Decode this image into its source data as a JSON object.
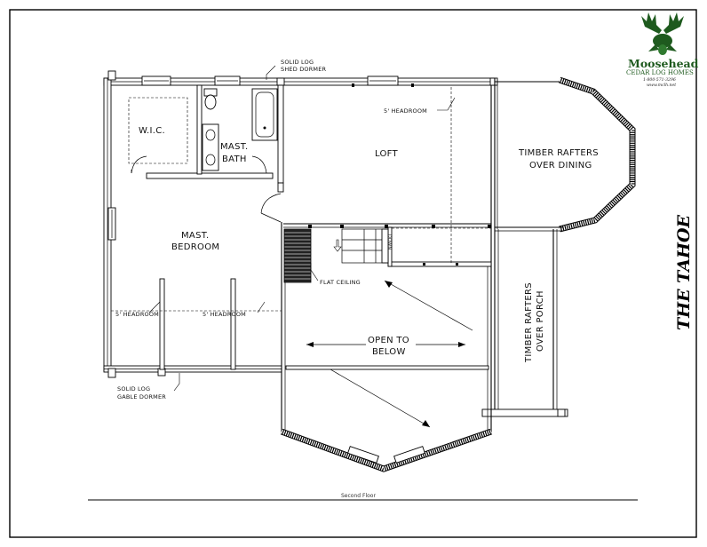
{
  "title": "THE TAHOE",
  "caption": "Second Floor",
  "brand": {
    "name": "Moosehead",
    "tagline": "CEDAR LOG HOMES",
    "phone": "1-800-571-3296",
    "website": "www.mclh.net"
  },
  "rooms": {
    "wic": "W.I.C.",
    "mast_bath_line1": "MAST.",
    "mast_bath_line2": "BATH",
    "loft": "LOFT",
    "mast_bedroom_line1": "MAST.",
    "mast_bedroom_line2": "BEDROOM",
    "dining_line1": "TIMBER RAFTERS",
    "dining_line2": "OVER DINING",
    "porch_line1": "TIMBER RAFTERS",
    "porch_line2": "OVER PORCH",
    "open_line1": "OPEN TO",
    "open_line2": "BELOW"
  },
  "notes": {
    "shed_dormer_line1": "SOLID LOG",
    "shed_dormer_line2": "SHED DORMER",
    "loft_headroom": "5' HEADROOM",
    "bedroom_headroom_left": "5' HEADROOM",
    "bedroom_headroom_right": "5' HEADROOM",
    "flat_ceiling": "FLAT CEILING",
    "gable_dormer_line1": "SOLID LOG",
    "gable_dormer_line2": "GABLE DORMER",
    "stair_down": "DOWN"
  }
}
